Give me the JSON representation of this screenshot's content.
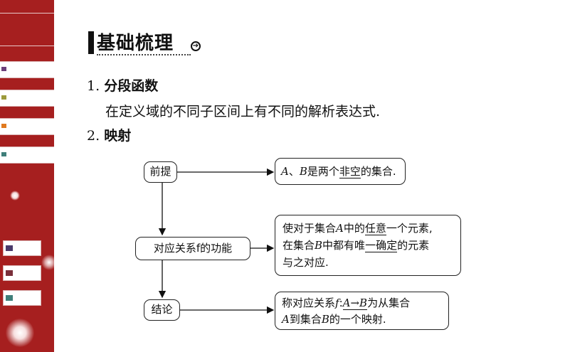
{
  "header": {
    "title": "基础梳理",
    "arrow": "➔"
  },
  "section1": {
    "number": "1.",
    "heading": "分段函数",
    "body": "在定义域的不同子区间上有不同的解析表达式."
  },
  "section2": {
    "number": "2.",
    "heading": "映射"
  },
  "diagram": {
    "premise_label": "前提",
    "function_label": "对应关系f的功能",
    "conclusion_label": "结论",
    "premise_text": {
      "a": "A",
      "sep": "、",
      "b": "B",
      "t1": "是两个",
      "u": "非空",
      "t2": "的集合."
    },
    "function_text": {
      "l1a": "使对于集合",
      "l1A": "A",
      "l1b": "中的",
      "l1u": "任意",
      "l1c": "一个元素,",
      "l2a": "在集合",
      "l2B": "B",
      "l2b": "中都有唯",
      "l2u": "一确定",
      "l2c": "的元素",
      "l3": "与之对应."
    },
    "conclusion_text": {
      "l1a": "称对应关系",
      "l1f": "f",
      "l1colon": ":",
      "l1map": "A→B",
      "l1b": "为从集合",
      "l2A": "A",
      "l2a": "到集合",
      "l2B": "B",
      "l2b": "的一个映射."
    }
  },
  "colors": {
    "sidebar": "#a61f1f",
    "accent_purple": "#6b3f7a",
    "accent_olive": "#9c9a3c",
    "accent_orange": "#e07a1f",
    "accent_teal": "#3f7f7a"
  }
}
